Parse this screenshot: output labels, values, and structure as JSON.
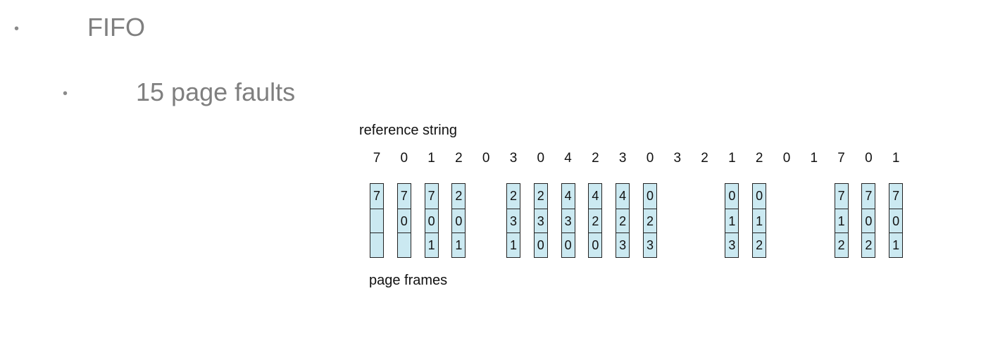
{
  "bullets": [
    {
      "text": "FIFO"
    },
    {
      "text": "15 page faults"
    }
  ],
  "diagram": {
    "reference_label": "reference string",
    "frames_label": "page frames",
    "reference_string": [
      "7",
      "0",
      "1",
      "2",
      "0",
      "3",
      "0",
      "4",
      "2",
      "3",
      "0",
      "3",
      "2",
      "1",
      "2",
      "0",
      "1",
      "7",
      "0",
      "1"
    ],
    "frames": [
      {
        "ref_index": 0,
        "values": [
          "7",
          "",
          ""
        ]
      },
      {
        "ref_index": 1,
        "values": [
          "7",
          "0",
          ""
        ]
      },
      {
        "ref_index": 2,
        "values": [
          "7",
          "0",
          "1"
        ]
      },
      {
        "ref_index": 3,
        "values": [
          "2",
          "0",
          "1"
        ]
      },
      {
        "ref_index": 5,
        "values": [
          "2",
          "3",
          "1"
        ]
      },
      {
        "ref_index": 6,
        "values": [
          "2",
          "3",
          "0"
        ]
      },
      {
        "ref_index": 7,
        "values": [
          "4",
          "3",
          "0"
        ]
      },
      {
        "ref_index": 8,
        "values": [
          "4",
          "2",
          "0"
        ]
      },
      {
        "ref_index": 9,
        "values": [
          "4",
          "2",
          "3"
        ]
      },
      {
        "ref_index": 10,
        "values": [
          "0",
          "2",
          "3"
        ]
      },
      {
        "ref_index": 13,
        "values": [
          "0",
          "1",
          "3"
        ]
      },
      {
        "ref_index": 14,
        "values": [
          "0",
          "1",
          "2"
        ]
      },
      {
        "ref_index": 17,
        "values": [
          "7",
          "1",
          "2"
        ]
      },
      {
        "ref_index": 18,
        "values": [
          "7",
          "0",
          "2"
        ]
      },
      {
        "ref_index": 19,
        "values": [
          "7",
          "0",
          "1"
        ]
      }
    ]
  }
}
